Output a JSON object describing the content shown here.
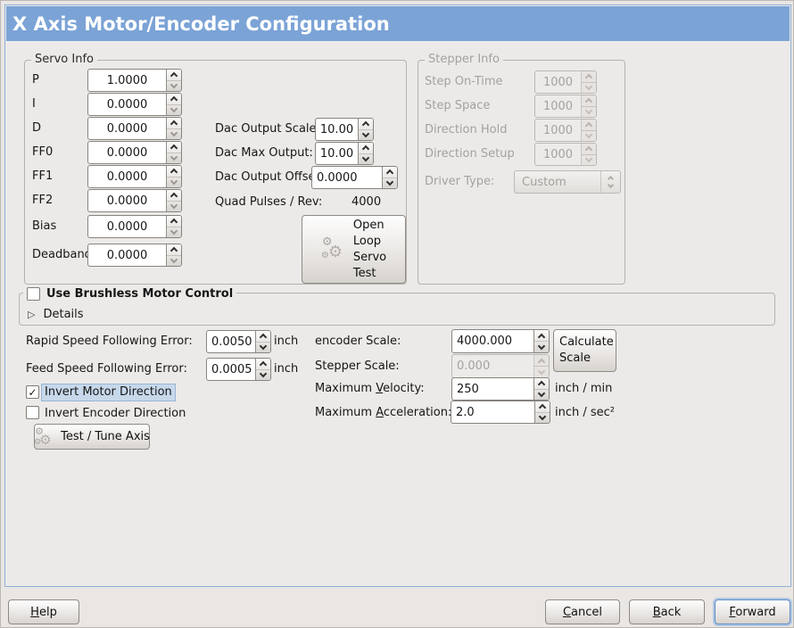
{
  "title": "X Axis Motor/Encoder Configuration",
  "icons": {
    "gear": "⚙",
    "expander": "▷",
    "check": "✓"
  },
  "colors": {
    "titlebar": "#7ba3d6",
    "frame_border": "#8fb0d8",
    "selection": "#c7d8eb"
  },
  "servo_info": {
    "title": "Servo Info",
    "fields": [
      {
        "label": "P",
        "value": "1.0000"
      },
      {
        "label": "I",
        "value": "0.0000"
      },
      {
        "label": "D",
        "value": "0.0000"
      },
      {
        "label": "FF0",
        "value": "0.0000"
      },
      {
        "label": "FF1",
        "value": "0.0000"
      },
      {
        "label": "FF2",
        "value": "0.0000"
      },
      {
        "label": "Bias",
        "value": "0.0000"
      },
      {
        "label": "Deadband",
        "value": "0.0000"
      }
    ]
  },
  "dac": {
    "scale_label": "Dac Output Scale:",
    "scale_value": "10.00",
    "max_label": "Dac Max Output:",
    "max_value": "10.00",
    "offset_label": "Dac Output Offset:",
    "offset_value": "0.0000",
    "quad_label": "Quad Pulses / Rev:",
    "quad_value": "4000"
  },
  "open_loop_button": "Open\nLoop\nServo\nTest",
  "stepper_info": {
    "title": "Stepper Info",
    "fields": [
      {
        "label": "Step On-Time",
        "value": "1000"
      },
      {
        "label": "Step Space",
        "value": "1000"
      },
      {
        "label": "Direction Hold",
        "value": "1000"
      },
      {
        "label": "Direction Setup",
        "value": "1000"
      }
    ],
    "driver_label": "Driver Type:",
    "driver_value": "Custom"
  },
  "brushless": {
    "checkbox_label": "Use Brushless Motor Control",
    "details": "Details"
  },
  "following_error": {
    "rapid_label": "Rapid Speed Following Error:",
    "rapid_value": "0.0050",
    "feed_label": "Feed Speed Following Error:",
    "feed_value": "0.0005",
    "unit": "inch"
  },
  "scales": {
    "encoder_label": "encoder Scale:",
    "encoder_value": "4000.000",
    "stepper_label": "Stepper Scale:",
    "stepper_value": "0.000",
    "calculate_button": "Calculate\nScale"
  },
  "limits": {
    "velocity_prefix": "Maximum ",
    "velocity_mnemonic": "V",
    "velocity_suffix": "elocity:",
    "velocity_value": "250",
    "velocity_unit": "inch / min",
    "accel_prefix": "Maximum ",
    "accel_mnemonic": "A",
    "accel_suffix": "cceleration:",
    "accel_value": "2.0",
    "accel_unit": "inch / sec²"
  },
  "invert": {
    "motor_label": "Invert Motor Direction",
    "motor_checked": true,
    "encoder_label": "Invert Encoder Direction",
    "encoder_checked": false
  },
  "test_button": "Test / Tune Axis",
  "footer": {
    "help": {
      "mnemonic": "H",
      "rest": "elp"
    },
    "cancel": {
      "mnemonic": "C",
      "rest": "ancel"
    },
    "back": {
      "mnemonic": "B",
      "rest": "ack"
    },
    "forward": {
      "mnemonic": "F",
      "rest": "orward"
    }
  }
}
